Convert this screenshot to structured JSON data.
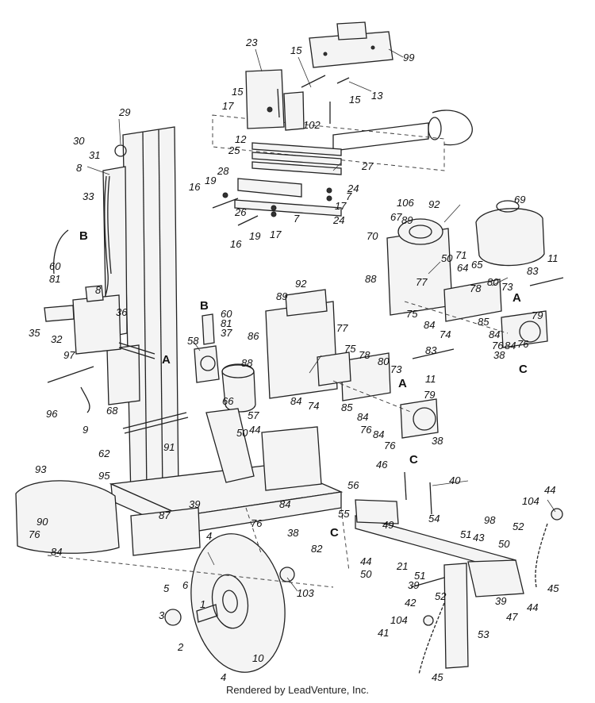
{
  "credit": "Rendered by LeadVenture, Inc.",
  "callouts": [
    {
      "label": "23"
    },
    {
      "label": "15"
    },
    {
      "label": "99"
    },
    {
      "label": "13"
    },
    {
      "label": "15"
    },
    {
      "label": "15"
    },
    {
      "label": "17"
    },
    {
      "label": "102"
    },
    {
      "label": "29"
    },
    {
      "label": "30"
    },
    {
      "label": "31"
    },
    {
      "label": "8"
    },
    {
      "label": "12"
    },
    {
      "label": "25"
    },
    {
      "label": "27"
    },
    {
      "label": "28"
    },
    {
      "label": "19"
    },
    {
      "label": "16"
    },
    {
      "label": "24"
    },
    {
      "label": "7"
    },
    {
      "label": "17"
    },
    {
      "label": "26"
    },
    {
      "label": "7"
    },
    {
      "label": "17"
    },
    {
      "label": "19"
    },
    {
      "label": "16"
    },
    {
      "label": "24"
    },
    {
      "label": "33"
    },
    {
      "label": "106"
    },
    {
      "label": "92"
    },
    {
      "label": "69"
    },
    {
      "label": "67"
    },
    {
      "label": "89"
    },
    {
      "label": "70"
    },
    {
      "label": "60"
    },
    {
      "label": "81"
    },
    {
      "label": "50"
    },
    {
      "label": "71"
    },
    {
      "label": "64"
    },
    {
      "label": "65"
    },
    {
      "label": "11"
    },
    {
      "label": "88"
    },
    {
      "label": "77"
    },
    {
      "label": "78"
    },
    {
      "label": "83"
    },
    {
      "label": "80"
    },
    {
      "label": "73"
    },
    {
      "label": "8"
    },
    {
      "label": "36"
    },
    {
      "label": "35"
    },
    {
      "label": "32"
    },
    {
      "label": "75"
    },
    {
      "label": "84"
    },
    {
      "label": "85"
    },
    {
      "label": "74"
    },
    {
      "label": "84"
    },
    {
      "label": "79"
    },
    {
      "label": "92"
    },
    {
      "label": "89"
    },
    {
      "label": "60"
    },
    {
      "label": "81"
    },
    {
      "label": "37"
    },
    {
      "label": "76"
    },
    {
      "label": "84"
    },
    {
      "label": "76"
    },
    {
      "label": "38"
    },
    {
      "label": "86"
    },
    {
      "label": "77"
    },
    {
      "label": "58"
    },
    {
      "label": "97"
    },
    {
      "label": "75"
    },
    {
      "label": "78"
    },
    {
      "label": "80"
    },
    {
      "label": "83"
    },
    {
      "label": "88"
    },
    {
      "label": "73"
    },
    {
      "label": "11"
    },
    {
      "label": "96"
    },
    {
      "label": "84"
    },
    {
      "label": "74"
    },
    {
      "label": "66"
    },
    {
      "label": "79"
    },
    {
      "label": "85"
    },
    {
      "label": "57"
    },
    {
      "label": "9"
    },
    {
      "label": "68"
    },
    {
      "label": "84"
    },
    {
      "label": "76"
    },
    {
      "label": "84"
    },
    {
      "label": "76"
    },
    {
      "label": "38"
    },
    {
      "label": "50"
    },
    {
      "label": "44"
    },
    {
      "label": "91"
    },
    {
      "label": "62"
    },
    {
      "label": "46"
    },
    {
      "label": "40"
    },
    {
      "label": "93"
    },
    {
      "label": "95"
    },
    {
      "label": "56"
    },
    {
      "label": "55"
    },
    {
      "label": "104"
    },
    {
      "label": "44"
    },
    {
      "label": "39"
    },
    {
      "label": "49"
    },
    {
      "label": "54"
    },
    {
      "label": "87"
    },
    {
      "label": "84"
    },
    {
      "label": "38"
    },
    {
      "label": "98"
    },
    {
      "label": "52"
    },
    {
      "label": "90"
    },
    {
      "label": "76"
    },
    {
      "label": "76"
    },
    {
      "label": "51"
    },
    {
      "label": "43"
    },
    {
      "label": "82"
    },
    {
      "label": "84"
    },
    {
      "label": "50"
    },
    {
      "label": "44"
    },
    {
      "label": "50"
    },
    {
      "label": "21"
    },
    {
      "label": "45"
    },
    {
      "label": "4"
    },
    {
      "label": "103"
    },
    {
      "label": "39"
    },
    {
      "label": "51"
    },
    {
      "label": "44"
    },
    {
      "label": "5"
    },
    {
      "label": "6"
    },
    {
      "label": "42"
    },
    {
      "label": "52"
    },
    {
      "label": "39"
    },
    {
      "label": "1"
    },
    {
      "label": "47"
    },
    {
      "label": "3"
    },
    {
      "label": "104"
    },
    {
      "label": "2"
    },
    {
      "label": "10"
    },
    {
      "label": "41"
    },
    {
      "label": "53"
    },
    {
      "label": "4"
    },
    {
      "label": "45"
    }
  ],
  "markers": [
    {
      "label": "B"
    },
    {
      "label": "A"
    },
    {
      "label": "B"
    },
    {
      "label": "A"
    },
    {
      "label": "A"
    },
    {
      "label": "C"
    },
    {
      "label": "C"
    },
    {
      "label": "C"
    }
  ]
}
